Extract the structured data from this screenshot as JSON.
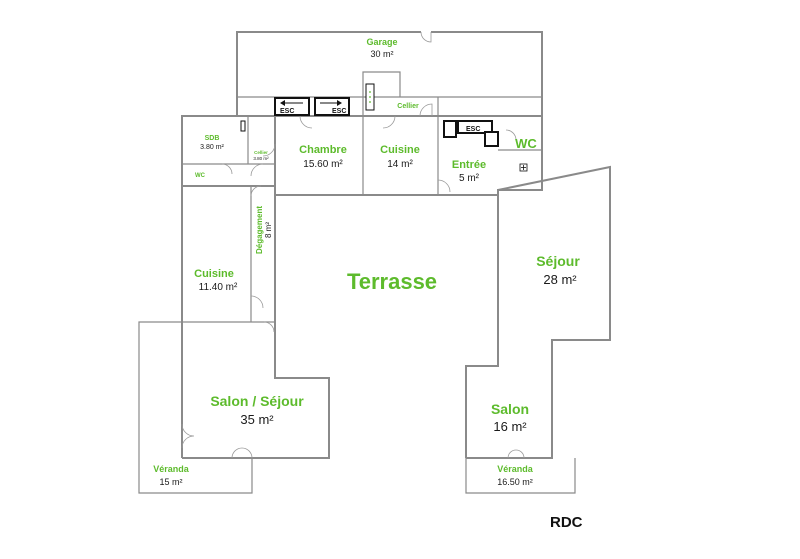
{
  "level": "RDC",
  "rooms": {
    "garage": {
      "name": "Garage",
      "area": "30 m²"
    },
    "cellier_top": {
      "name": "Cellier"
    },
    "sdb": {
      "name": "SDB",
      "area": "3.80 m²"
    },
    "cellier_small": {
      "name": "Cellier",
      "area": "3.80 m²"
    },
    "wc_small": {
      "name": "WC"
    },
    "chambre": {
      "name": "Chambre",
      "area": "15.60 m²"
    },
    "cuisine_top": {
      "name": "Cuisine",
      "area": "14 m²"
    },
    "entree": {
      "name": "Entrée",
      "area": "5 m²"
    },
    "wc_big": {
      "name": "WC"
    },
    "degagement": {
      "name": "Dégagement",
      "area": "8 m²"
    },
    "cuisine_left": {
      "name": "Cuisine",
      "area": "11.40 m²"
    },
    "terrasse": {
      "name": "Terrasse"
    },
    "sejour": {
      "name": "Séjour",
      "area": "28 m²"
    },
    "salon_sejour": {
      "name": "Salon / Séjour",
      "area": "35 m²"
    },
    "salon": {
      "name": "Salon",
      "area": "16 m²"
    },
    "veranda_left": {
      "name": "Véranda",
      "area": "15 m²"
    },
    "veranda_right": {
      "name": "Véranda",
      "area": "16.50 m²"
    }
  },
  "stairs": {
    "label": "ESC"
  },
  "icons": [
    "arrow-left-icon",
    "arrow-right-icon",
    "electrical-outlet-icon"
  ]
}
